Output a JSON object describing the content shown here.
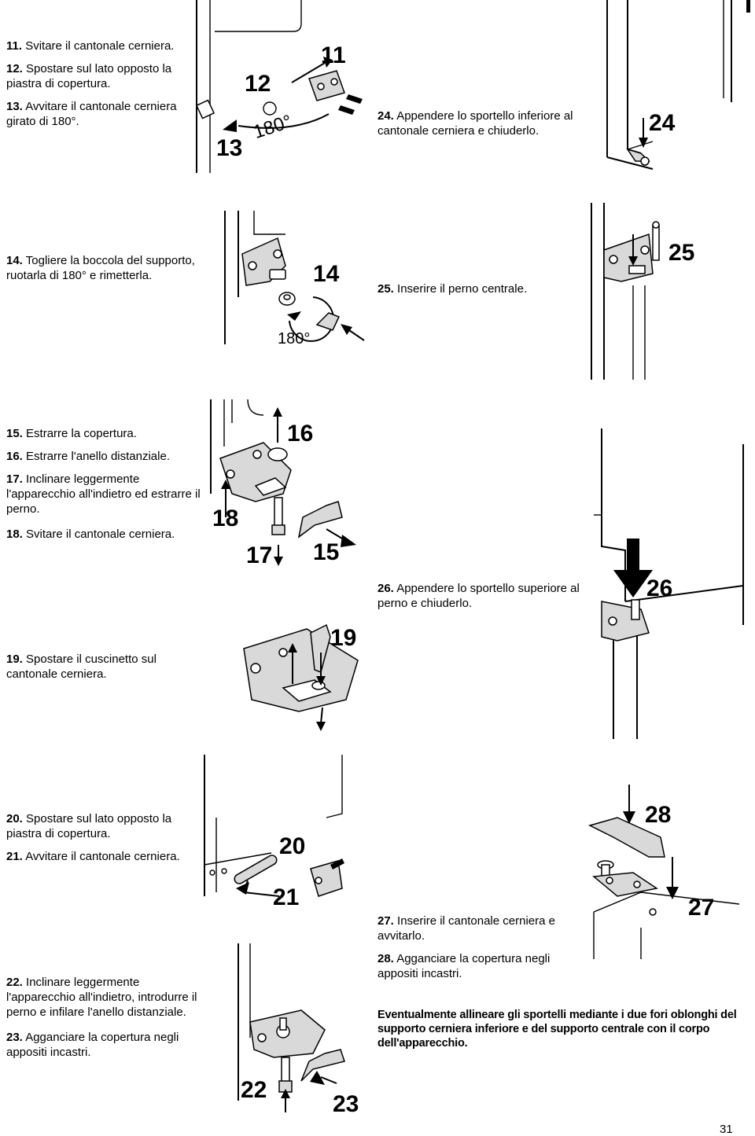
{
  "page": {
    "number": "31",
    "section_marker": "I"
  },
  "steps": {
    "s11": {
      "n": "11.",
      "t": "Svitare il cantonale cerniera."
    },
    "s12": {
      "n": "12.",
      "t": "Spostare sul lato opposto la piastra di copertura."
    },
    "s13": {
      "n": "13.",
      "t": "Avvitare il cantonale cerniera girato di 180°."
    },
    "s14": {
      "n": "14.",
      "t": "Togliere la boccola del supporto, ruotarla di 180° e rimetterla."
    },
    "s15": {
      "n": "15.",
      "t": "Estrarre la copertura."
    },
    "s16": {
      "n": "16.",
      "t": "Estrarre l'anello distanziale."
    },
    "s17": {
      "n": "17.",
      "t": "Inclinare leggermente l'apparecchio all'indietro ed estrarre il perno."
    },
    "s18": {
      "n": "18.",
      "t": "Svitare il cantonale cerniera."
    },
    "s19": {
      "n": "19.",
      "t": "Spostare il cuscinetto sul cantonale cerniera."
    },
    "s20": {
      "n": "20.",
      "t": "Spostare sul lato opposto la piastra di copertura."
    },
    "s21": {
      "n": "21.",
      "t": "Avvitare il cantonale cerniera."
    },
    "s22": {
      "n": "22.",
      "t": "Inclinare leggermente l'apparecchio all'indietro, introdurre il perno e infilare l'anello distanziale."
    },
    "s23": {
      "n": "23.",
      "t": "Agganciare la copertura negli appositi incastri."
    },
    "s24": {
      "n": "24.",
      "t": "Appendere lo sportello inferiore al cantonale cerniera e chiuderlo."
    },
    "s25": {
      "n": "25.",
      "t": "Inserire il perno centrale."
    },
    "s26": {
      "n": "26.",
      "t": "Appendere lo sportello superiore al perno e chiuderlo."
    },
    "s27": {
      "n": "27.",
      "t": "Inserire il cantonale cerniera e avvitarlo."
    },
    "s28": {
      "n": "28.",
      "t": "Agganciare la copertura negli appositi incastri."
    }
  },
  "note": "Eventualmente allineare gli sportelli mediante i due fori oblonghi del supporto cerniera inferiore e del supporto centrale con il corpo dell'apparecchio.",
  "figures": {
    "f1": {
      "labels": [
        "11",
        "12",
        "13",
        "180°"
      ]
    },
    "f14": {
      "labels": [
        "14",
        "180°"
      ]
    },
    "f15": {
      "labels": [
        "16",
        "18",
        "17",
        "15"
      ]
    },
    "f19": {
      "labels": [
        "19"
      ]
    },
    "f20": {
      "labels": [
        "20",
        "21"
      ]
    },
    "f22": {
      "labels": [
        "22",
        "23"
      ]
    },
    "f24": {
      "labels": [
        "24"
      ]
    },
    "f25": {
      "labels": [
        "25"
      ]
    },
    "f26": {
      "labels": [
        "26"
      ]
    },
    "f28": {
      "labels": [
        "28",
        "27"
      ]
    }
  }
}
